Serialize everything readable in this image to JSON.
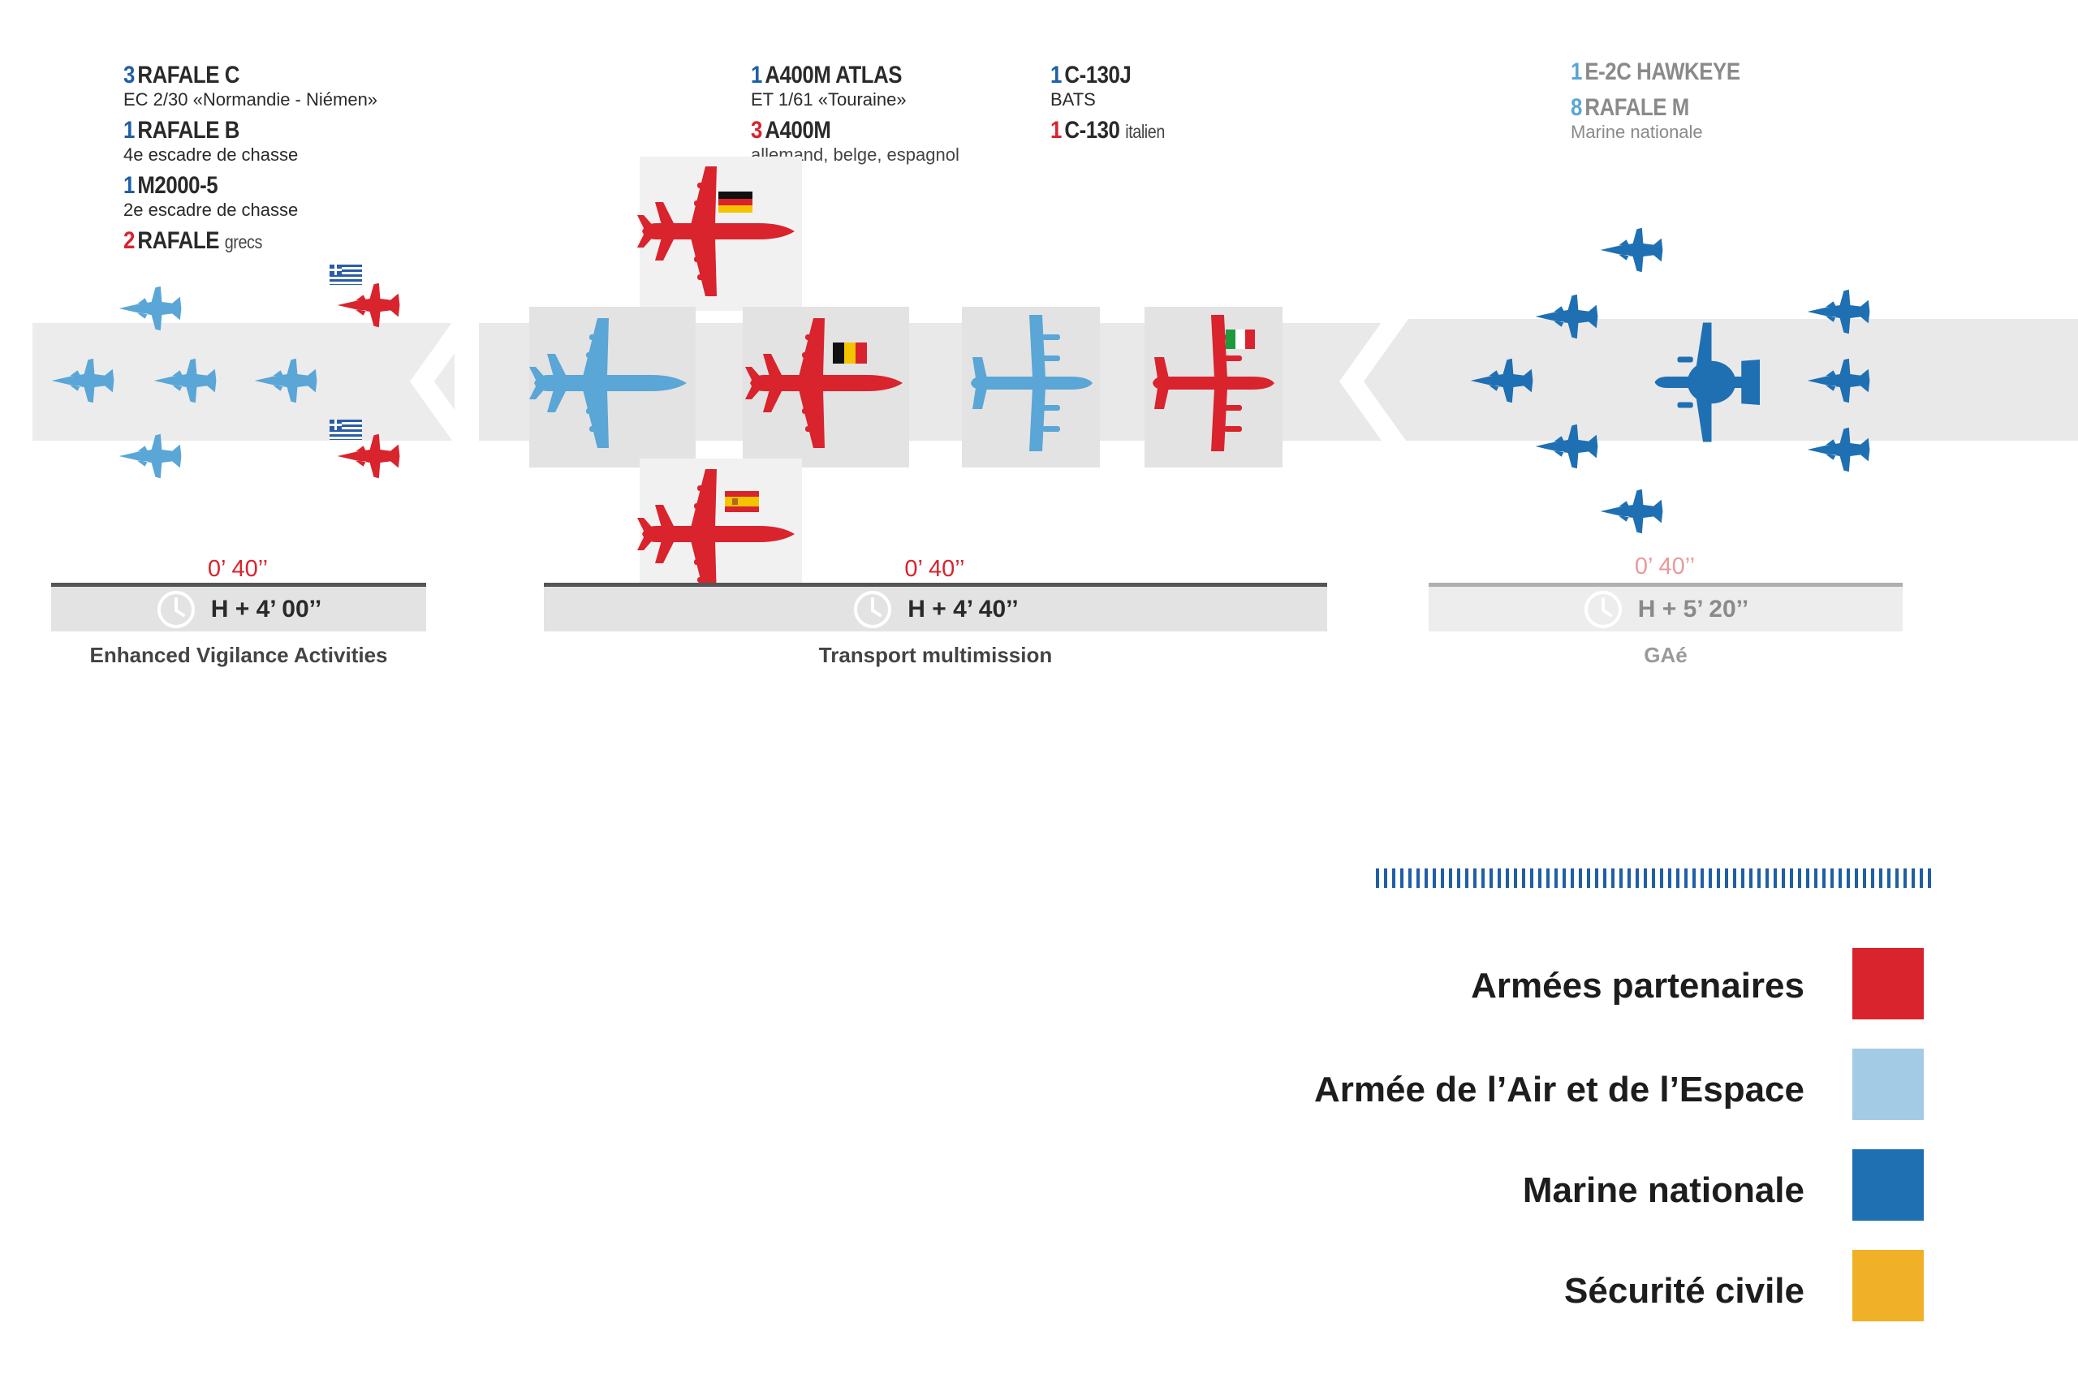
{
  "colors": {
    "partner": "#d9232d",
    "air_force": "#5aa6d6",
    "navy": "#1f6fb3",
    "civil": "#f0b128",
    "band": "#e9e9e9"
  },
  "formations": {
    "eva": {
      "lines": [
        {
          "count": "3",
          "name": "RAFALE C",
          "sub": "EC 2/30 «Normandie - Niémen»",
          "count_color": "navy"
        },
        {
          "count": "1",
          "name": "RAFALE B",
          "sub": "4e escadre de chasse",
          "count_color": "navy"
        },
        {
          "count": "1",
          "name": "M2000-5",
          "sub": "2e escadre de chasse",
          "count_color": "navy"
        },
        {
          "count": "2",
          "name": "RAFALE",
          "suffix": "grecs",
          "count_color": "red"
        }
      ],
      "duration": "0’ 40’’",
      "time": "H + 4’ 00’’",
      "group": "Enhanced Vigilance Activities"
    },
    "transport": {
      "col1": [
        {
          "count": "1",
          "name": "A400M ATLAS",
          "sub": "ET 1/61 «Touraine»"
        },
        {
          "count": "3",
          "name": "A400M",
          "sub": "allemand, belge, espagnol"
        }
      ],
      "col2": [
        {
          "count": "1",
          "name": "C-130J",
          "sub": "BATS"
        },
        {
          "count": "1",
          "name": "C-130",
          "suffix": "italien"
        }
      ],
      "duration": "0’ 40’’",
      "time": "H + 4’ 40’’",
      "group": "Transport multimission"
    },
    "gae": {
      "lines": [
        {
          "count": "1",
          "name": "E-2C HAWKEYE"
        },
        {
          "count": "8",
          "name": "RAFALE M",
          "sub": "Marine nationale"
        }
      ],
      "duration": "0’ 40’’",
      "time": "H + 5’ 20’’",
      "group": "GAé"
    }
  },
  "legend": [
    {
      "label": "Armées partenaires",
      "color": "#d9232d"
    },
    {
      "label": "Armée de l’Air et de l’Espace",
      "color": "#a3cbe6"
    },
    {
      "label": "Marine nationale",
      "color": "#1f6fb3"
    },
    {
      "label": "Sécurité civile",
      "color": "#f0b128"
    }
  ]
}
